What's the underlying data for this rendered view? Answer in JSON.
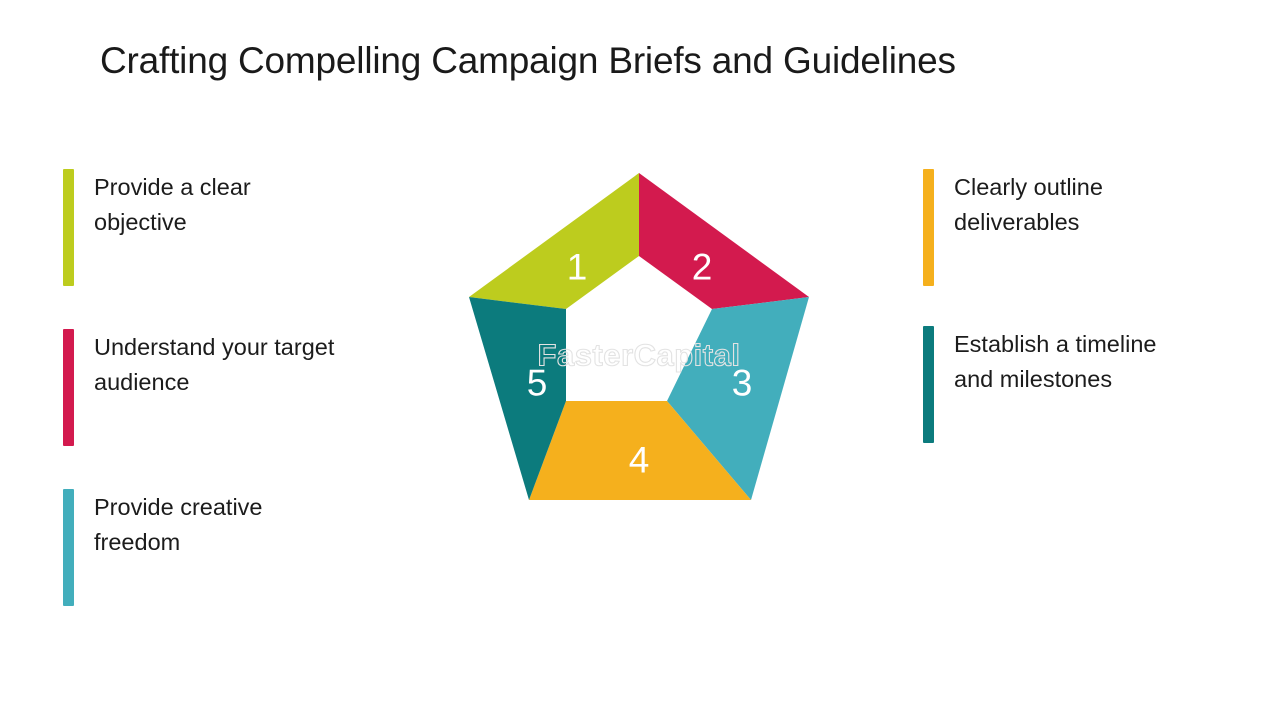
{
  "page": {
    "title": "Crafting Compelling Campaign Briefs and Guidelines",
    "background_color": "#FFFFFF"
  },
  "palette": {
    "lime": "#BDCC1E",
    "crimson": "#D31A4E",
    "light_teal": "#42AEBC",
    "orange": "#F5B01D",
    "dark_teal": "#0C7B7D",
    "text": "#1C1C1C",
    "number_text": "#FFFFFF"
  },
  "left_column": {
    "items": [
      {
        "label": "Provide a clear\nobjective",
        "color": "#BDCC1E",
        "step": "1"
      },
      {
        "label": "Understand your target\naudience",
        "color": "#D31A4E",
        "step": "2"
      },
      {
        "label": "Provide creative\nfreedom",
        "color": "#42AEBC",
        "step": "3"
      }
    ]
  },
  "right_column": {
    "items": [
      {
        "label": "Clearly outline\ndeliverables",
        "color": "#F5B01D",
        "step": "4"
      },
      {
        "label": "Establish a timeline\nand milestones",
        "color": "#0C7B7D",
        "step": "5"
      }
    ]
  },
  "diagram": {
    "type": "pentagon-ring",
    "watermark": "FasterCapital",
    "segments": [
      {
        "number": "1",
        "color": "#BDCC1E",
        "label": "Provide a clear objective"
      },
      {
        "number": "2",
        "color": "#D31A4E",
        "label": "Clearly outline deliverables"
      },
      {
        "number": "3",
        "color": "#42AEBC",
        "label": "Establish a timeline and milestones"
      },
      {
        "number": "4",
        "color": "#F5B01D",
        "label": "Provide creative freedom"
      },
      {
        "number": "5",
        "color": "#0C7B7D",
        "label": "Understand your target audience"
      }
    ]
  }
}
